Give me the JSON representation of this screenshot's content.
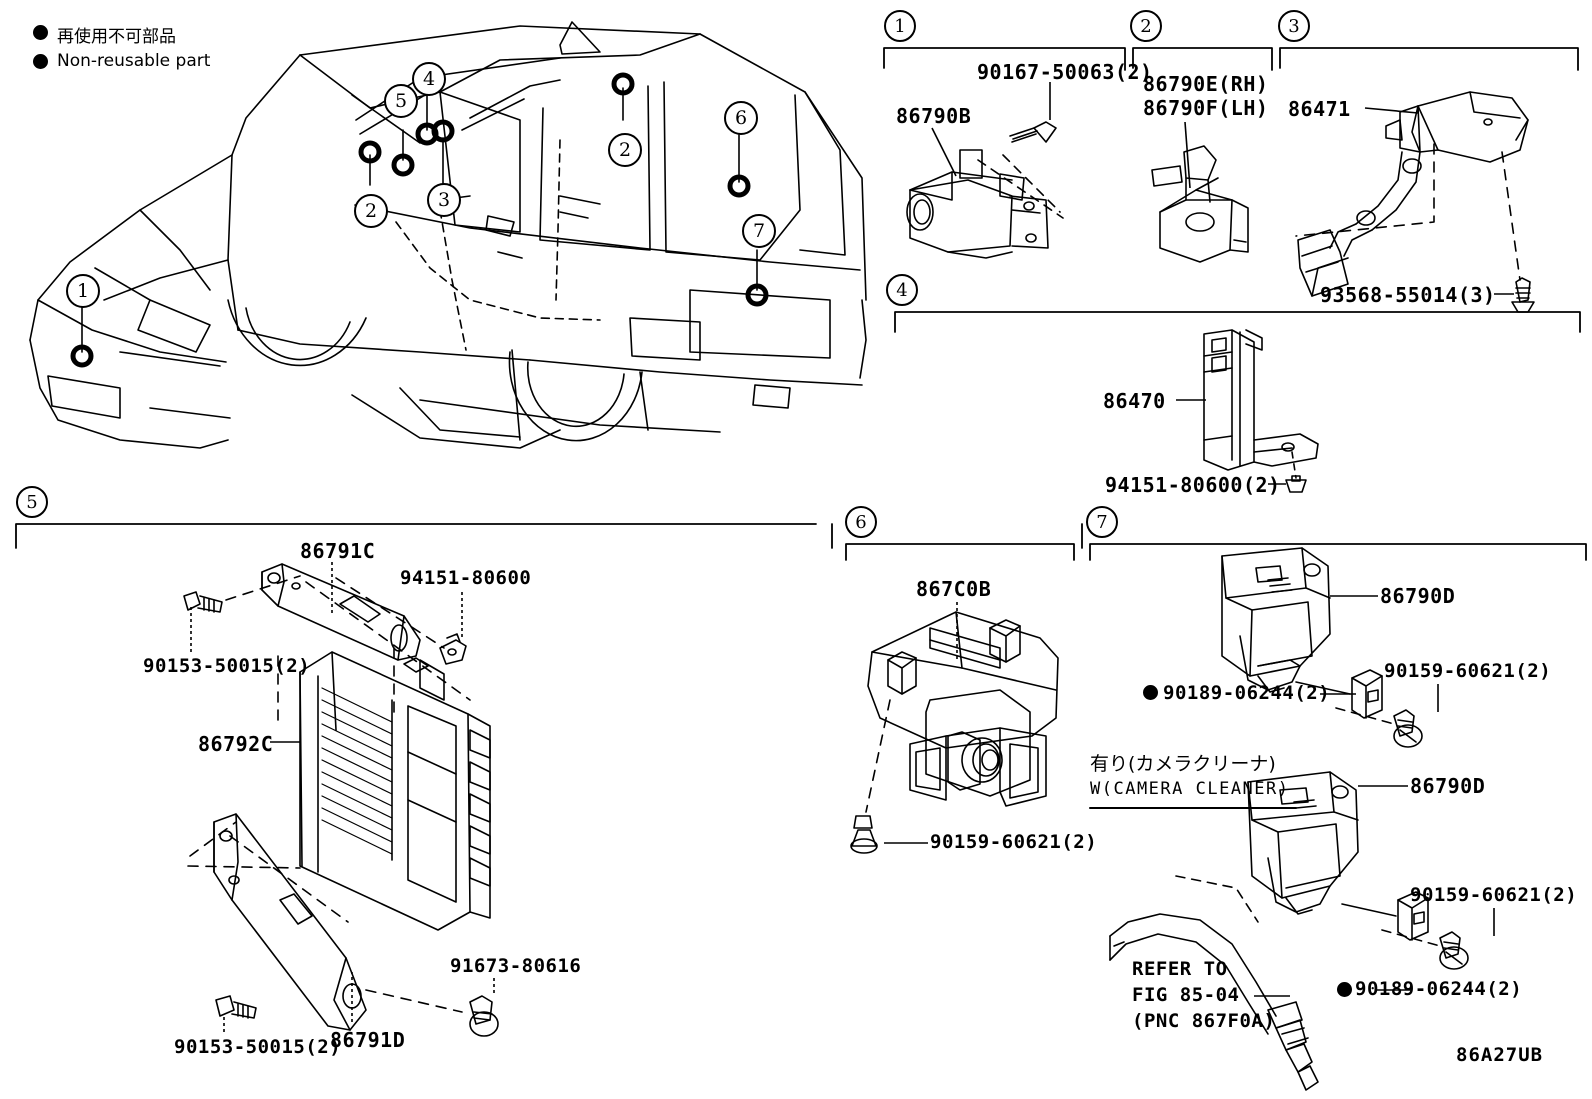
{
  "figure": {
    "code": "86A27UB",
    "legend": {
      "japanese": "再使用不可部品",
      "english": "Non-reusable part"
    }
  },
  "vehicle": {
    "callouts": [
      {
        "id": "1",
        "label": "1"
      },
      {
        "id": "2a",
        "label": "2"
      },
      {
        "id": "2b",
        "label": "2"
      },
      {
        "id": "3",
        "label": "3"
      },
      {
        "id": "4",
        "label": "4"
      },
      {
        "id": "5",
        "label": "5"
      },
      {
        "id": "6",
        "label": "6"
      },
      {
        "id": "7",
        "label": "7"
      }
    ]
  },
  "sections": [
    {
      "number": "1",
      "parts": [
        {
          "code": "86790B"
        },
        {
          "code": "90167-50063(2)"
        }
      ]
    },
    {
      "number": "2",
      "parts": [
        {
          "code": "86790E(RH)"
        },
        {
          "code": "86790F(LH)"
        }
      ]
    },
    {
      "number": "3",
      "parts": [
        {
          "code": "86471"
        },
        {
          "code": "93568-55014(3)"
        }
      ]
    },
    {
      "number": "4",
      "parts": [
        {
          "code": "86470"
        },
        {
          "code": "94151-80600(2)"
        }
      ]
    },
    {
      "number": "5",
      "parts": [
        {
          "code": "86791C"
        },
        {
          "code": "94151-80600"
        },
        {
          "code": "90153-50015(2)"
        },
        {
          "code": "86792C"
        },
        {
          "code": "91673-80616"
        },
        {
          "code": "90153-50015(2)"
        },
        {
          "code": "86791D"
        }
      ]
    },
    {
      "number": "6",
      "parts": [
        {
          "code": "867C0B"
        },
        {
          "code": "90159-60621(2)"
        }
      ]
    },
    {
      "number": "7",
      "parts": [
        {
          "code": "86790D"
        },
        {
          "code": "90159-60621(2)"
        },
        {
          "code": "90189-06244(2)",
          "nonreusable": true
        },
        {
          "code": "86790D"
        },
        {
          "code": "90159-60621(2)"
        },
        {
          "code": "90189-06244(2)",
          "nonreusable": true
        }
      ],
      "notes": {
        "camera_cleaner_jp": "有り(カメラクリーナ)",
        "camera_cleaner_en": "W(CAMERA CLEANER)",
        "refer_line1": "REFER TO",
        "refer_line2": "FIG 85-04",
        "refer_line3": "(PNC 867F0A)"
      }
    }
  ]
}
